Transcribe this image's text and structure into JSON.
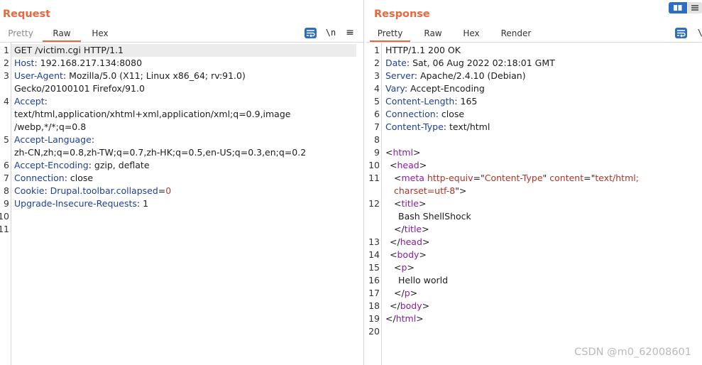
{
  "request": {
    "title": "Request",
    "tabs": [
      "Pretty",
      "Raw",
      "Hex"
    ],
    "active_tab": "Raw",
    "tools": {
      "newline_label": "\\n",
      "menu_glyph": "≡"
    },
    "lines": [
      [
        {
          "t": "v",
          "s": "GET /victim.cgi HTTP/1.1"
        }
      ],
      [
        {
          "t": "k",
          "s": "Host"
        },
        {
          "t": "v",
          "s": ": 192.168.217.134:8080"
        }
      ],
      [
        {
          "t": "k",
          "s": "User-Agent"
        },
        {
          "t": "v",
          "s": ": Mozilla/5.0 (X11; Linux x86_64; rv:91.0)"
        }
      ],
      [
        {
          "t": "v",
          "s": "Gecko/20100101 Firefox/91.0"
        }
      ],
      [
        {
          "t": "k",
          "s": "Accept"
        },
        {
          "t": "v",
          "s": ":"
        }
      ],
      [
        {
          "t": "v",
          "s": "text/html,application/xhtml+xml,application/xml;q=0.9,image"
        }
      ],
      [
        {
          "t": "v",
          "s": "/webp,*/*;q=0.8"
        }
      ],
      [
        {
          "t": "k",
          "s": "Accept-Language"
        },
        {
          "t": "v",
          "s": ":"
        }
      ],
      [
        {
          "t": "v",
          "s": "zh-CN,zh;q=0.8,zh-TW;q=0.7,zh-HK;q=0.5,en-US;q=0.3,en;q=0.2"
        }
      ],
      [
        {
          "t": "k",
          "s": "Accept-Encoding"
        },
        {
          "t": "v",
          "s": ": gzip, deflate"
        }
      ],
      [
        {
          "t": "k",
          "s": "Connection"
        },
        {
          "t": "v",
          "s": ": close"
        }
      ],
      [
        {
          "t": "k",
          "s": "Cookie"
        },
        {
          "t": "v",
          "s": ": "
        },
        {
          "t": "k",
          "s": "Drupal.toolbar.collapsed"
        },
        {
          "t": "v",
          "s": "="
        },
        {
          "t": "cv",
          "s": "0"
        }
      ],
      [
        {
          "t": "k",
          "s": "Upgrade-Insecure-Requests"
        },
        {
          "t": "v",
          "s": ": 1"
        }
      ]
    ],
    "line_numbers": [
      "1",
      "2",
      "3",
      "",
      "4",
      "",
      "",
      "5",
      "",
      "6",
      "7",
      "8",
      "9",
      "10",
      "11"
    ]
  },
  "response": {
    "title": "Response",
    "tabs": [
      "Pretty",
      "Raw",
      "Hex",
      "Render"
    ],
    "active_tab": "Pretty",
    "tools": {
      "newline_label": "\\n"
    },
    "lines": [
      {
        "i": 0,
        "p": [
          {
            "t": "v",
            "s": "HTTP/1.1 200 OK"
          }
        ]
      },
      {
        "i": 0,
        "p": [
          {
            "t": "k",
            "s": "Date"
          },
          {
            "t": "v",
            "s": ": Sat, 06 Aug 2022 02:18:01 GMT"
          }
        ]
      },
      {
        "i": 0,
        "p": [
          {
            "t": "k",
            "s": "Server"
          },
          {
            "t": "v",
            "s": ": Apache/2.4.10 (Debian)"
          }
        ]
      },
      {
        "i": 0,
        "p": [
          {
            "t": "k",
            "s": "Vary"
          },
          {
            "t": "v",
            "s": ": Accept-Encoding"
          }
        ]
      },
      {
        "i": 0,
        "p": [
          {
            "t": "k",
            "s": "Content-Length"
          },
          {
            "t": "v",
            "s": ": 165"
          }
        ]
      },
      {
        "i": 0,
        "p": [
          {
            "t": "k",
            "s": "Connection"
          },
          {
            "t": "v",
            "s": ": close"
          }
        ]
      },
      {
        "i": 0,
        "p": [
          {
            "t": "k",
            "s": "Content-Type"
          },
          {
            "t": "v",
            "s": ": text/html"
          }
        ]
      },
      {
        "i": 0,
        "p": []
      },
      {
        "i": 0,
        "p": [
          {
            "t": "punct",
            "s": "<"
          },
          {
            "t": "tag",
            "s": "html"
          },
          {
            "t": "punct",
            "s": ">"
          }
        ]
      },
      {
        "i": 1,
        "p": [
          {
            "t": "punct",
            "s": "<"
          },
          {
            "t": "tag",
            "s": "head"
          },
          {
            "t": "punct",
            "s": ">"
          }
        ]
      },
      {
        "i": 2,
        "p": [
          {
            "t": "punct",
            "s": "<"
          },
          {
            "t": "tag",
            "s": "meta"
          },
          {
            "t": "v",
            "s": " "
          },
          {
            "t": "attr",
            "s": "http-equiv"
          },
          {
            "t": "v",
            "s": "=\""
          },
          {
            "t": "sval",
            "s": "Content-Type"
          },
          {
            "t": "v",
            "s": "\" "
          },
          {
            "t": "attr",
            "s": "content"
          },
          {
            "t": "v",
            "s": "=\""
          },
          {
            "t": "sval",
            "s": "text/html;"
          }
        ]
      },
      {
        "i": 2,
        "p": [
          {
            "t": "sval",
            "s": "charset=utf-8"
          },
          {
            "t": "v",
            "s": "\">"
          }
        ]
      },
      {
        "i": 2,
        "p": [
          {
            "t": "punct",
            "s": "<"
          },
          {
            "t": "tag",
            "s": "title"
          },
          {
            "t": "punct",
            "s": ">"
          }
        ]
      },
      {
        "i": 3,
        "p": [
          {
            "t": "v",
            "s": "Bash ShellShock"
          }
        ]
      },
      {
        "i": 2,
        "p": [
          {
            "t": "punct",
            "s": "</"
          },
          {
            "t": "tag",
            "s": "title"
          },
          {
            "t": "punct",
            "s": ">"
          }
        ]
      },
      {
        "i": 1,
        "p": [
          {
            "t": "punct",
            "s": "</"
          },
          {
            "t": "tag",
            "s": "head"
          },
          {
            "t": "punct",
            "s": ">"
          }
        ]
      },
      {
        "i": 1,
        "p": [
          {
            "t": "punct",
            "s": "<"
          },
          {
            "t": "tag",
            "s": "body"
          },
          {
            "t": "punct",
            "s": ">"
          }
        ]
      },
      {
        "i": 2,
        "p": [
          {
            "t": "punct",
            "s": "<"
          },
          {
            "t": "tag",
            "s": "p"
          },
          {
            "t": "punct",
            "s": ">"
          }
        ]
      },
      {
        "i": 3,
        "p": [
          {
            "t": "v",
            "s": "Hello world"
          }
        ]
      },
      {
        "i": 2,
        "p": [
          {
            "t": "punct",
            "s": "</"
          },
          {
            "t": "tag",
            "s": "p"
          },
          {
            "t": "punct",
            "s": ">"
          }
        ]
      },
      {
        "i": 1,
        "p": [
          {
            "t": "punct",
            "s": "</"
          },
          {
            "t": "tag",
            "s": "body"
          },
          {
            "t": "punct",
            "s": ">"
          }
        ]
      },
      {
        "i": 0,
        "p": [
          {
            "t": "punct",
            "s": "</"
          },
          {
            "t": "tag",
            "s": "html"
          },
          {
            "t": "punct",
            "s": ">"
          }
        ]
      },
      {
        "i": 0,
        "p": []
      }
    ],
    "line_numbers": [
      "1",
      "2",
      "3",
      "4",
      "5",
      "6",
      "7",
      "8",
      "9",
      "10",
      "11",
      "",
      "12",
      "",
      "",
      "13",
      "14",
      "15",
      "16",
      "17",
      "18",
      "19",
      "20"
    ]
  },
  "watermark": "CSDN @m0_62008601",
  "colors": {
    "accent": "#e8673c",
    "tool_blue": "#2e6ec2",
    "header_key": "#1f3f97",
    "tag": "#8b1c9e",
    "attr": "#b03326"
  }
}
